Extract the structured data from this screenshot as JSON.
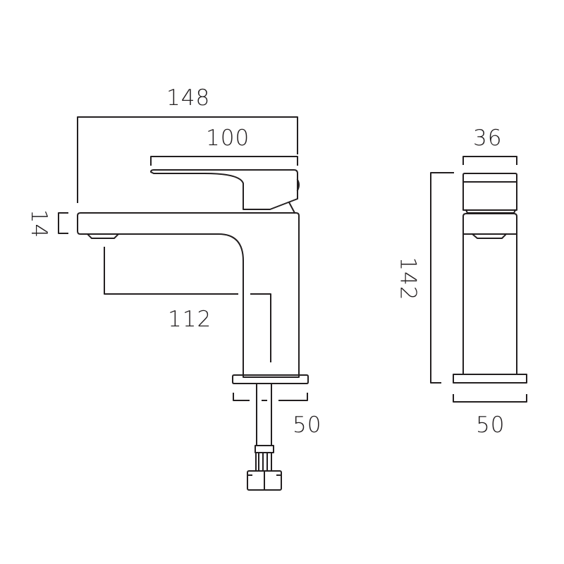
{
  "drawing": {
    "type": "technical dimension drawing",
    "subject": "basin mixer tap",
    "units": "mm",
    "line_color": "#231f20",
    "background": "#ffffff"
  },
  "side_view": {
    "dimensions": {
      "overall_length": "148",
      "lever_length": "100",
      "spout_height": "14",
      "spout_projection": "112",
      "base_width": "50"
    }
  },
  "front_view": {
    "dimensions": {
      "body_width": "36",
      "overall_height": "142",
      "base_width": "50"
    }
  }
}
